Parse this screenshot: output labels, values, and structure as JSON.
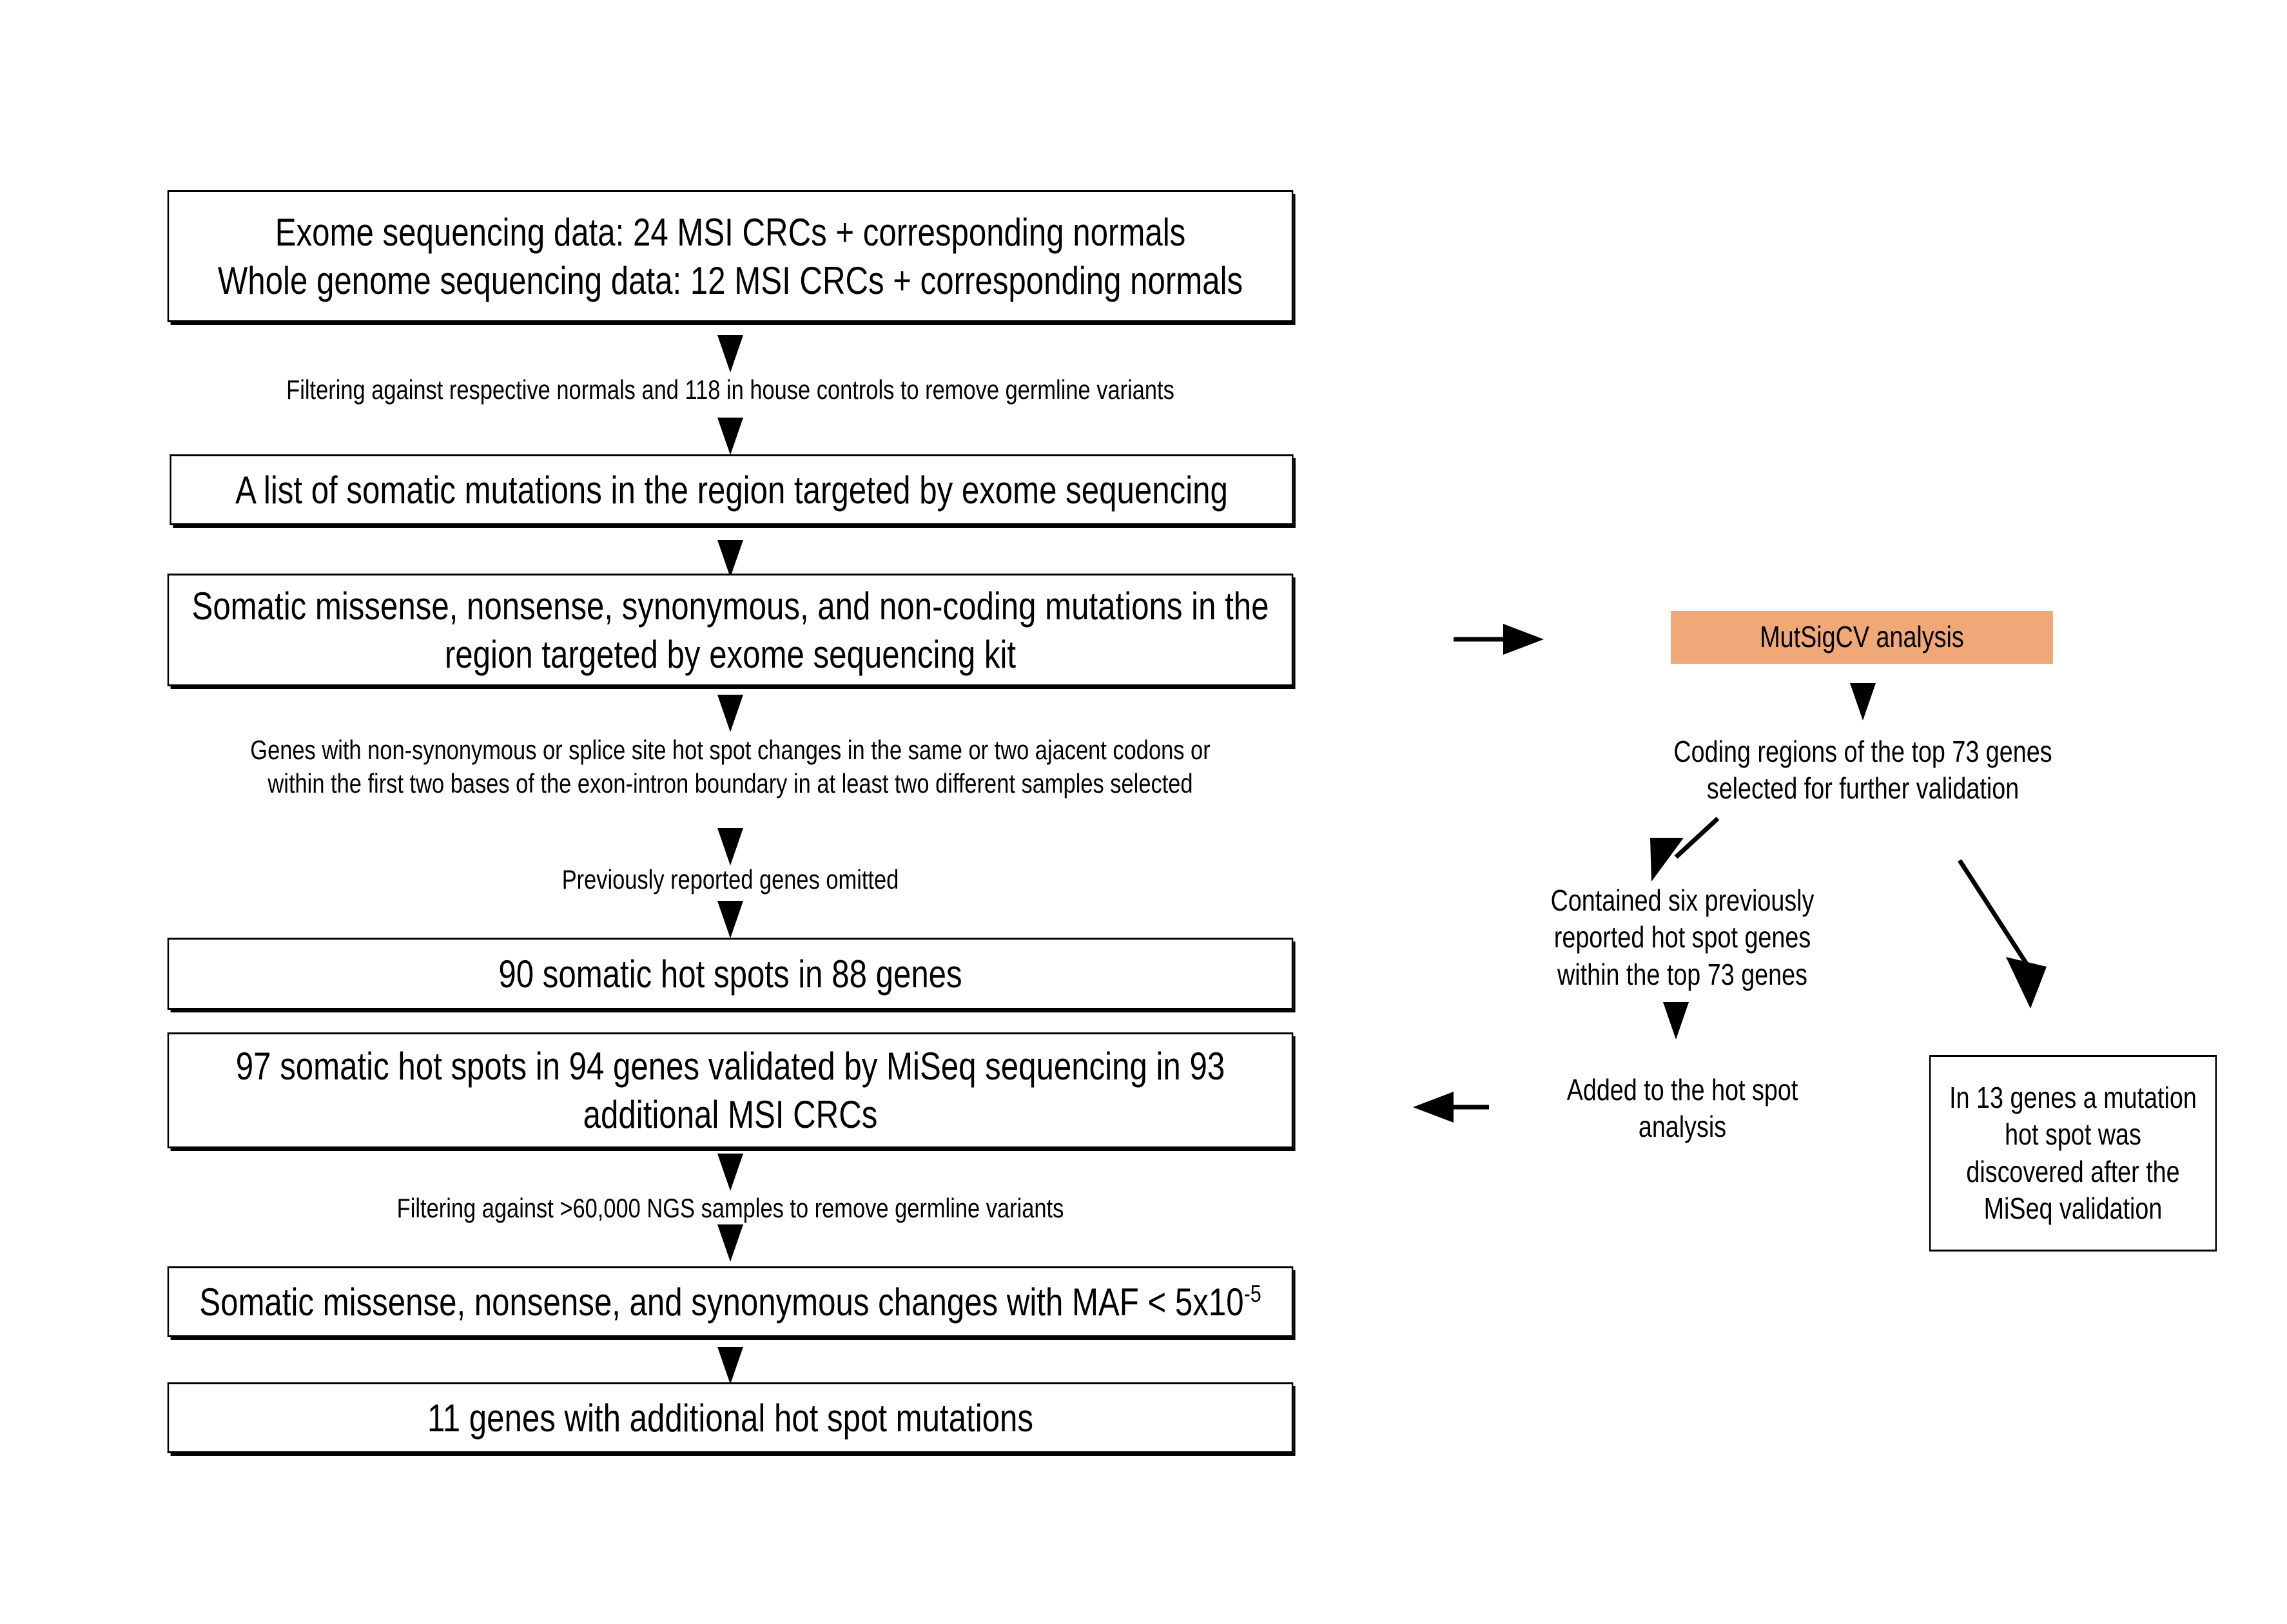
{
  "diagram": {
    "title": "MSI CRC hot spot mutation discovery workflow",
    "colors": {
      "box_border": "#000000",
      "box_fill": "#ffffff",
      "highlight_fill": "#f0a878",
      "arrow": "#000000"
    },
    "left_column": {
      "box_input": {
        "line1": "Exome sequencing data: 24 MSI CRCs + corresponding normals",
        "line2": "Whole genome sequencing data: 12 MSI CRCs + corresponding normals"
      },
      "step_filter_normals": "Filtering against respective normals and 118 in house controls to remove germline variants",
      "box_somatic_list": "A list of somatic mutations in the region targeted by exome sequencing",
      "box_mutation_classes": {
        "line1": "Somatic missense, nonsense, synonymous, and non-coding mutations in the",
        "line2": "region targeted by exome sequencing kit"
      },
      "step_hotspot_criteria": {
        "line1": "Genes with non-synonymous or splice site hot spot changes in the same or two ajacent codons or",
        "line2": "within the first two bases of the exon-intron boundary in at least two different samples selected"
      },
      "step_omit_reported": "Previously reported genes omitted",
      "box_90_hotspots": "90 somatic hot spots in 88 genes",
      "box_97_hotspots": {
        "line1": "97 somatic hot spots in 94 genes validated by MiSeq sequencing in 93",
        "line2": "additional MSI CRCs"
      },
      "step_filter_ngs": "Filtering against >60,000  NGS samples to remove germline variants",
      "box_maf": {
        "prefix": "Somatic missense, nonsense, and synonymous changes with MAF < 5x10",
        "exponent": "-5"
      },
      "box_final": "11 genes with additional hot spot mutations"
    },
    "right_column": {
      "box_mutsigcv": "MutSigCV analysis",
      "step_top73": {
        "line1": "Coding regions of the top 73 genes",
        "line2": "selected for further validation"
      },
      "step_contained_six": {
        "line1": "Contained six previously",
        "line2": "reported hot spot genes",
        "line3": "within the top 73 genes"
      },
      "step_added": {
        "line1": "Added to the hot spot",
        "line2": "analysis"
      },
      "box_13_genes": {
        "line1": "In 13 genes a mutation",
        "line2": "hot spot was",
        "line3": "discovered after the",
        "line4": "MiSeq validation"
      }
    }
  }
}
